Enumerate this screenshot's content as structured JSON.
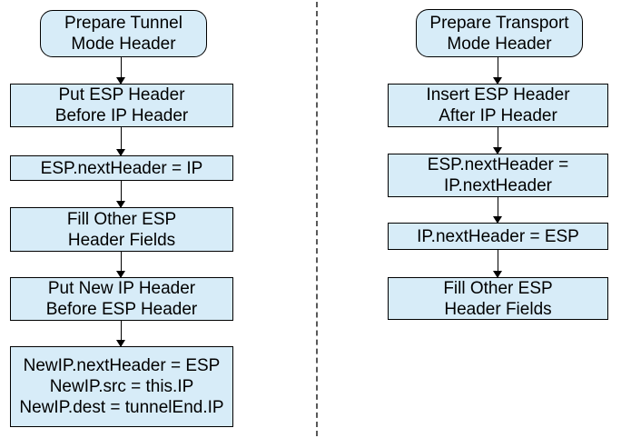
{
  "colors": {
    "background": "#ffffff",
    "box_fill": "#d7ecf8",
    "box_border": "#000000",
    "connector": "#000000",
    "divider": "#595959",
    "text": "#000000"
  },
  "tunnel_flow": {
    "id": "tunnel-mode-flow",
    "nodes": [
      {
        "id": "start",
        "shape": "rounded",
        "label": "Prepare Tunnel\nMode Header"
      },
      {
        "id": "put-esp-header",
        "shape": "rect",
        "label": "Put ESP Header\nBefore IP Header"
      },
      {
        "id": "esp-nextheader",
        "shape": "rect",
        "label": "ESP.nextHeader = IP"
      },
      {
        "id": "fill-esp-fields",
        "shape": "rect",
        "label": "Fill Other ESP\nHeader Fields"
      },
      {
        "id": "put-new-ip-header",
        "shape": "rect",
        "label": "Put New IP Header\nBefore ESP Header"
      },
      {
        "id": "newip-assignments",
        "shape": "rect",
        "label": "NewIP.nextHeader = ESP\nNewIP.src = this.IP\nNewIP.dest = tunnelEnd.IP"
      }
    ]
  },
  "transport_flow": {
    "id": "transport-mode-flow",
    "nodes": [
      {
        "id": "start",
        "shape": "rounded",
        "label": "Prepare Transport\nMode Header"
      },
      {
        "id": "insert-esp-header",
        "shape": "rect",
        "label": "Insert ESP Header\nAfter IP Header"
      },
      {
        "id": "esp-nextheader",
        "shape": "rect",
        "label": "ESP.nextHeader =\nIP.nextHeader"
      },
      {
        "id": "ip-nextheader",
        "shape": "rect",
        "label": "IP.nextHeader = ESP"
      },
      {
        "id": "fill-esp-fields",
        "shape": "rect",
        "label": "Fill Other ESP\nHeader Fields"
      }
    ]
  }
}
